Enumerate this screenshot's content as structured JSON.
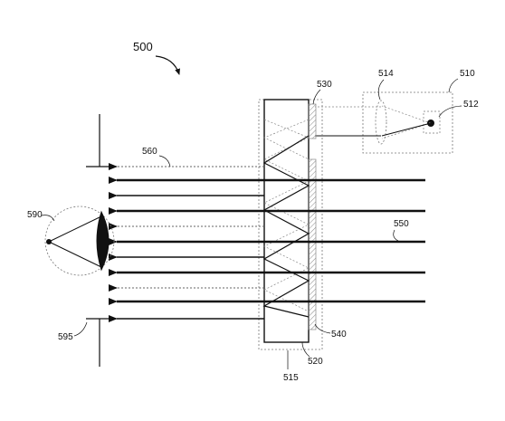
{
  "figure_number": "500",
  "labels": {
    "display_unit": "510",
    "light_source": "512",
    "lens": "514",
    "waveguide": "515",
    "waveguide_body": "520",
    "input_coupler": "530",
    "output_coupler": "540",
    "world_light": "550",
    "image_light": "560",
    "eye": "590",
    "eye_box": "595"
  },
  "colors": {
    "line": "#111111",
    "dotted": "#666666",
    "hatch": "#888888"
  }
}
